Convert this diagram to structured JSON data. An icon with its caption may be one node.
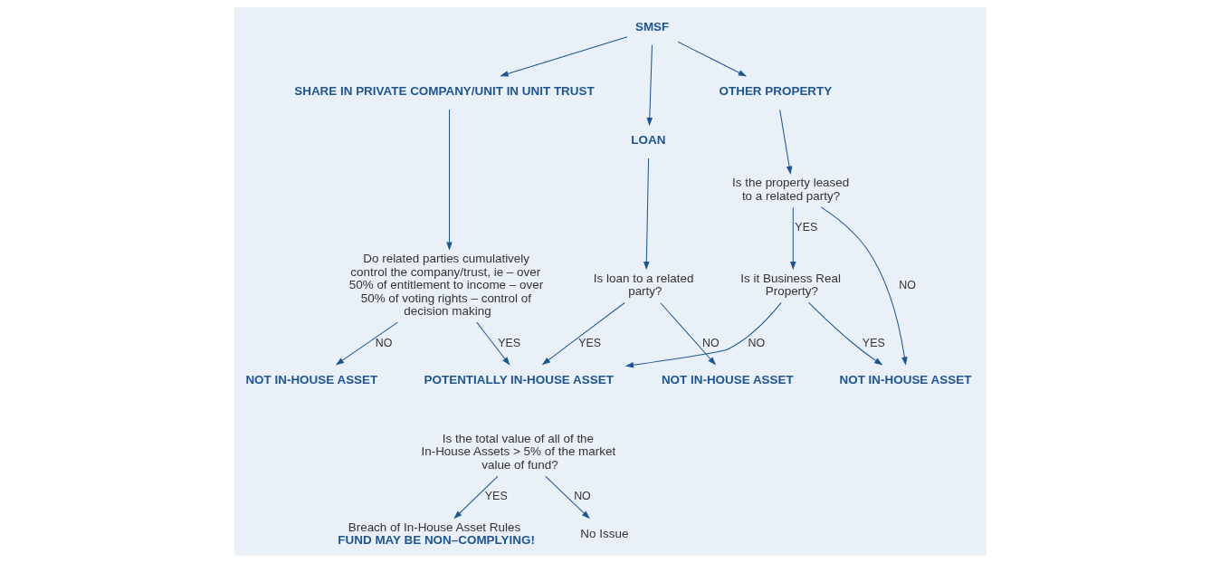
{
  "diagram": {
    "nodes": [
      {
        "text": [
          "SMSF"
        ]
      },
      {
        "text": [
          "LOAN"
        ]
      },
      {
        "text": [
          "SHARE IN PRIVATE COMPANY/UNIT IN UNIT TRUST"
        ]
      },
      {
        "text": [
          "OTHER PROPERTY"
        ]
      },
      {
        "text": [
          "Is loan to a related party?"
        ]
      },
      {
        "text": [
          "Do related parties cumulatively control the company/trust, ie – over 50% of entitlement to income – over 50% of voting rights – control of decision making"
        ]
      },
      {
        "text": [
          "Is the property leased to a related party?"
        ]
      },
      {
        "text": [
          "NOT IN-HOUSE ASSET"
        ]
      },
      {
        "text": [
          "NOT IN-HOUSE ASSET"
        ]
      },
      {
        "text": [
          "Is it Business Real Property?"
        ]
      },
      {
        "text": [
          "POTENTIALLY IN-HOUSE ASSET"
        ]
      },
      {
        "text": [
          "Is the total value of all of the In-House Assets > 5% of the market value of fund?"
        ]
      },
      {
        "text": [
          "NOT IN-HOUSE ASSET"
        ]
      },
      {
        "text": [
          "Breach of In-House Asset Rules",
          "FUND MAY BE NON–COMPLYING!"
        ]
      },
      {
        "text": [
          "No Issue"
        ]
      }
    ],
    "edges": [
      {
        "from": 0,
        "to": 1,
        "arrow": "to"
      },
      {
        "from": 0,
        "to": 2,
        "arrow": "to"
      },
      {
        "from": 0,
        "to": 3,
        "arrow": "to"
      },
      {
        "from": 1,
        "to": 4,
        "arrow": "to"
      },
      {
        "from": 2,
        "to": 5,
        "arrow": "to"
      },
      {
        "from": 3,
        "to": 6,
        "arrow": "to"
      },
      {
        "from": 4,
        "to": 10,
        "arrow": "to",
        "label": "YES"
      },
      {
        "from": 4,
        "to": 7,
        "arrow": "to",
        "label": "NO"
      },
      {
        "from": 5,
        "to": 10,
        "arrow": "to",
        "label": "YES"
      },
      {
        "from": 5,
        "to": 8,
        "arrow": "to",
        "label": "NO"
      },
      {
        "from": 6,
        "to": 9,
        "arrow": "to",
        "label": "YES"
      },
      {
        "from": 6,
        "to": 12,
        "arrow": "to",
        "label": "NO"
      },
      {
        "from": 9,
        "to": 10,
        "arrow": "to",
        "label": "NO"
      },
      {
        "from": 9,
        "to": 12,
        "arrow": "to",
        "label": "YES"
      },
      {
        "from": 11,
        "to": 13,
        "arrow": "to",
        "label": "YES"
      },
      {
        "from": 11,
        "to": 14,
        "arrow": "to",
        "label": "NO"
      }
    ]
  }
}
